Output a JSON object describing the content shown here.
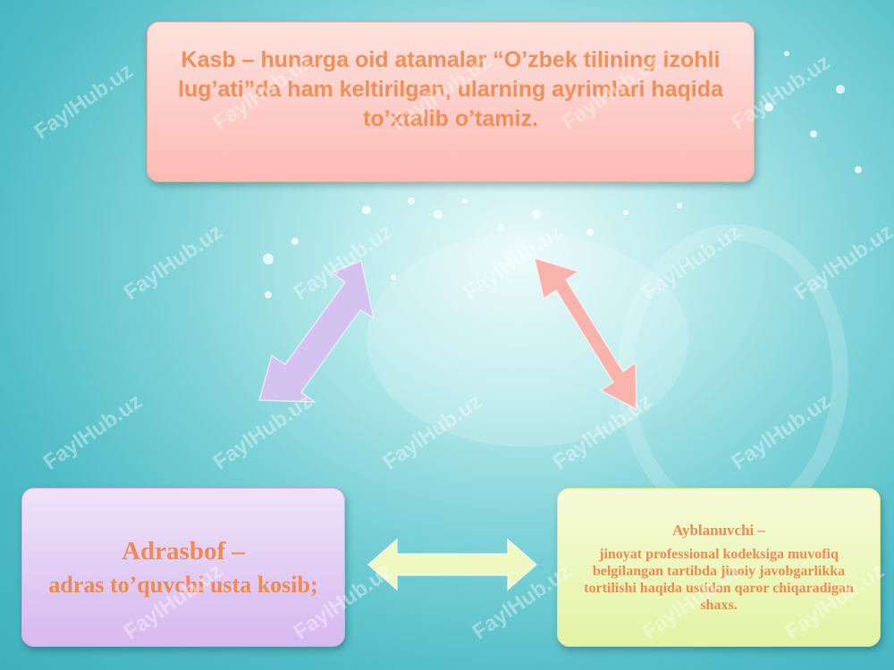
{
  "top_box": {
    "text": "Kasb – hunarga oid atamalar “O’zbek tilining izohli lug’ati”da ham keltirilgan, ularning ayrimlari haqida to’xtalib o’tamiz."
  },
  "left_box": {
    "title": "Adrasbof –",
    "body": "adras to’quvchi usta kosib;"
  },
  "right_box": {
    "title": "Ayblanuvchi –",
    "body": "jinoyat professional  kodeksiga muvofiq belgilangan tartibda jinoiy javobgarlikka tortilishi haqida ustidan qaror chiqaradigan shaxs."
  },
  "watermark": "FaylHub.uz",
  "colors": {
    "text_accent": "#f08a4f",
    "top_box": "#fdbbb6",
    "left_box": "#d6b9f0",
    "right_box": "#e3f3a4",
    "arrow_left": "#d5c2f0",
    "arrow_right": "#f9b3ad",
    "arrow_bottom": "#eef8c0"
  }
}
